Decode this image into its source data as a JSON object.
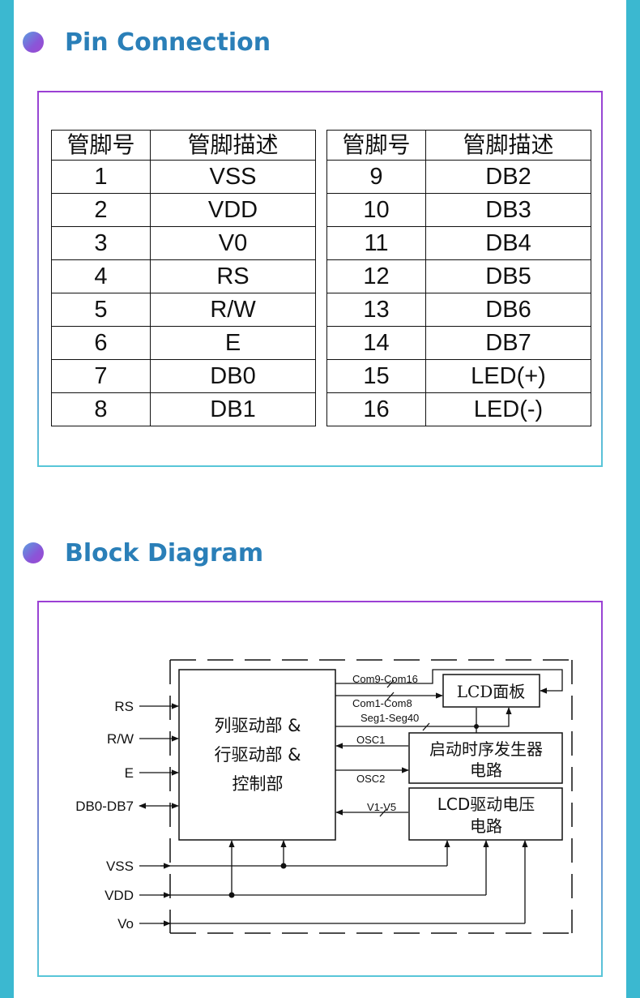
{
  "sections": {
    "pin_title": "Pin Connection",
    "block_title": "Block Diagram"
  },
  "pin_table": {
    "headers": [
      "管脚号",
      "管脚描述"
    ],
    "left_rows": [
      {
        "pin": "1",
        "desc": "VSS"
      },
      {
        "pin": "2",
        "desc": "VDD"
      },
      {
        "pin": "3",
        "desc": "V0"
      },
      {
        "pin": "4",
        "desc": "RS"
      },
      {
        "pin": "5",
        "desc": "R/W"
      },
      {
        "pin": "6",
        "desc": "E"
      },
      {
        "pin": "7",
        "desc": "DB0"
      },
      {
        "pin": "8",
        "desc": "DB1"
      }
    ],
    "right_rows": [
      {
        "pin": "9",
        "desc": "DB2"
      },
      {
        "pin": "10",
        "desc": "DB3"
      },
      {
        "pin": "11",
        "desc": "DB4"
      },
      {
        "pin": "12",
        "desc": "DB5"
      },
      {
        "pin": "13",
        "desc": "DB6"
      },
      {
        "pin": "14",
        "desc": "DB7"
      },
      {
        "pin": "15",
        "desc": "LED(+)"
      },
      {
        "pin": "16",
        "desc": "LED(-)"
      }
    ]
  },
  "block_diagram": {
    "inputs": {
      "rs": "RS",
      "rw": "R/W",
      "e": "E",
      "db": "DB0-DB7",
      "vss": "VSS",
      "vdd": "VDD",
      "vo": "Vo"
    },
    "main_block": {
      "line1": "列驱动部 &",
      "line2": "行驱动部 &",
      "line3": "控制部"
    },
    "lcd_panel": "LCD面板",
    "timing_block": {
      "line1": "启动时序发生器",
      "line2": "电路"
    },
    "voltage_block": {
      "line1": "LCD驱动电压",
      "line2": "电路"
    },
    "signals": {
      "com9": "Com9-Com16",
      "com1": "Com1-Com8",
      "seg": "Seg1-Seg40",
      "osc1": "OSC1",
      "osc2": "OSC2",
      "v15": "V1-V5"
    }
  }
}
